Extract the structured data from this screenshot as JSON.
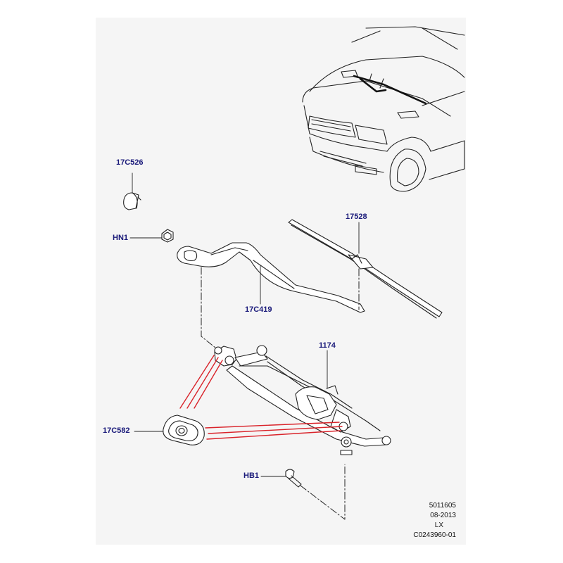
{
  "callouts": {
    "c17C526": "17C526",
    "hn1": "HN1",
    "c17528": "17528",
    "c17C419": "17C419",
    "c1174": "1174",
    "c17C582": "17C582",
    "hb1": "HB1"
  },
  "footer": {
    "line1": "5011605",
    "line2": "08-2013",
    "line3": "LX",
    "line4": "C0243960-01"
  },
  "colors": {
    "callout_text": "#1a1a7a",
    "highlight_lines": "#d9232a",
    "linework": "#222222",
    "background": "#f5f5f5"
  }
}
